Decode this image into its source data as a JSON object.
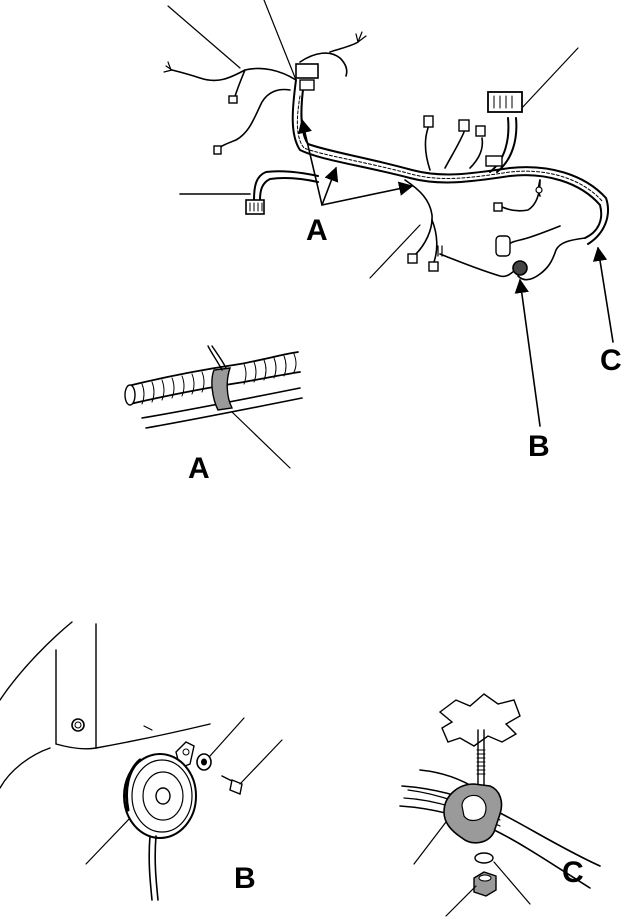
{
  "labels": {
    "overview_a": "A",
    "overview_b": "B",
    "overview_c": "C",
    "detail_a": "A",
    "detail_b": "B",
    "detail_c": "C"
  },
  "colors": {
    "ink": "#000000",
    "paper": "#ffffff",
    "shade": "#9a9a9a"
  }
}
